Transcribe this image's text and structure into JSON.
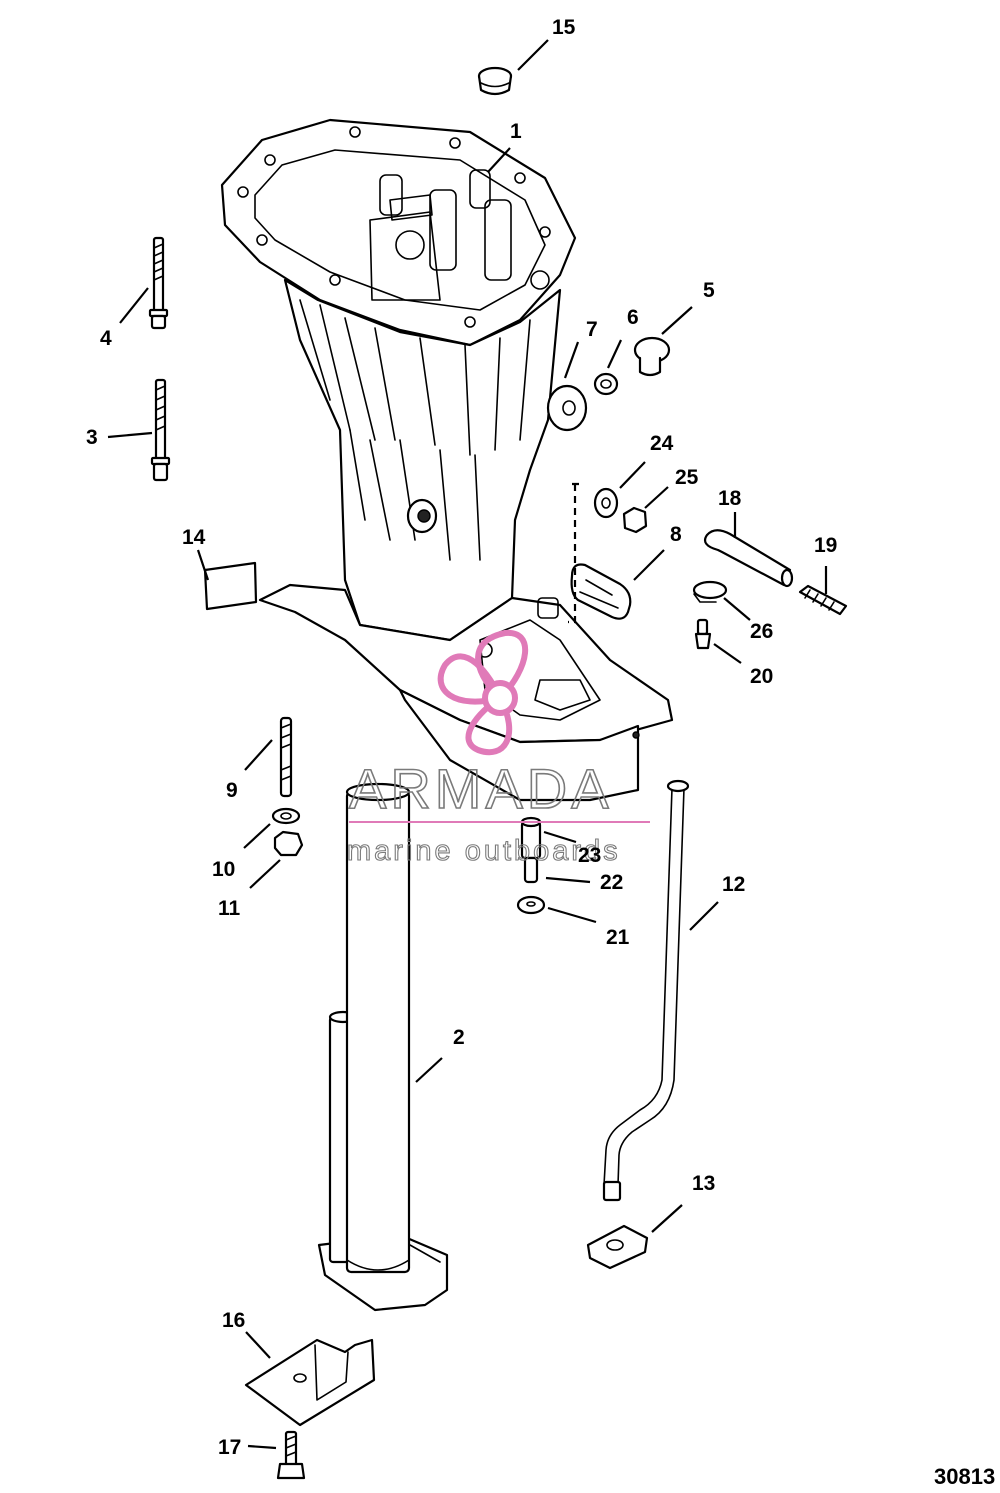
{
  "drawing_number": "30813",
  "watermark": {
    "brand": "ARMADA",
    "tagline": "marine outboards",
    "colors": {
      "logo": "#e07ab8",
      "text": "#7a7a7a"
    }
  },
  "callouts": [
    "1",
    "2",
    "3",
    "4",
    "5",
    "6",
    "7",
    "8",
    "9",
    "10",
    "11",
    "12",
    "13",
    "14",
    "15",
    "16",
    "17",
    "18",
    "19",
    "20",
    "21",
    "22",
    "23",
    "24",
    "25",
    "26"
  ]
}
